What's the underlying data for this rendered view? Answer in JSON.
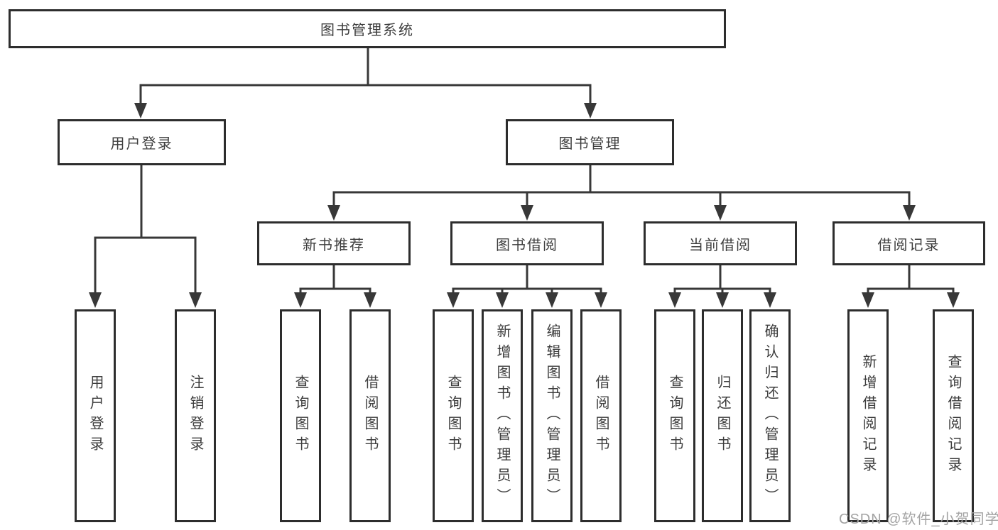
{
  "diagram": {
    "root": {
      "label": "图书管理系统",
      "children": [
        {
          "label": "用户登录",
          "children": [
            {
              "label": "用户登录"
            },
            {
              "label": "注销登录"
            }
          ]
        },
        {
          "label": "图书管理",
          "children": [
            {
              "label": "新书推荐",
              "children": [
                {
                  "label": "查询图书"
                },
                {
                  "label": "借阅图书"
                }
              ]
            },
            {
              "label": "图书借阅",
              "children": [
                {
                  "label": "查询图书"
                },
                {
                  "label": "新增图书（管理员）"
                },
                {
                  "label": "编辑图书（管理员）"
                },
                {
                  "label": "借阅图书"
                }
              ]
            },
            {
              "label": "当前借阅",
              "children": [
                {
                  "label": "查询图书"
                },
                {
                  "label": "归还图书"
                },
                {
                  "label": "确认归还（管理员）"
                }
              ]
            },
            {
              "label": "借阅记录",
              "children": [
                {
                  "label": "新增借阅记录"
                },
                {
                  "label": "查询借阅记录"
                }
              ]
            }
          ]
        }
      ]
    },
    "colors": {
      "line": "#383838",
      "box_border": "#2d2d2d",
      "text": "#3d3d3d",
      "background": "#ffffff",
      "watermark": "#a3a3a3"
    }
  },
  "watermark": {
    "text": "CSDN @软件_小贺同学"
  }
}
